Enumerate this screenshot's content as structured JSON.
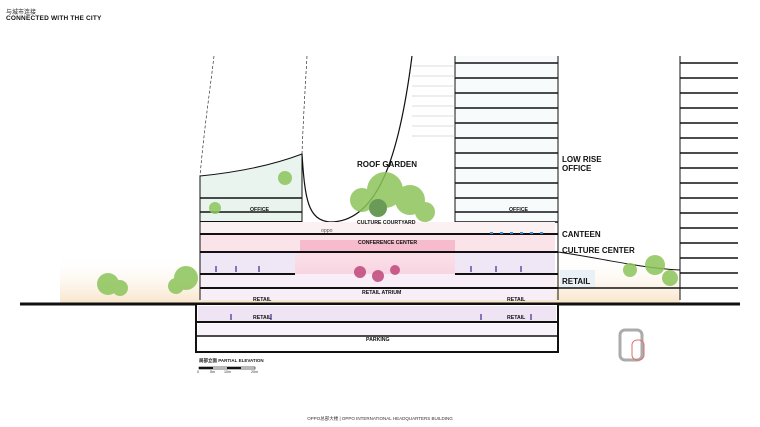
{
  "header": {
    "title_cn": "与城市连接",
    "title_en": "CONNECTED WITH THE CITY"
  },
  "labels": {
    "roof_garden": "ROOF GARDEN",
    "low_rise_office": "LOW RISE",
    "low_rise_office_2": "OFFICE",
    "office_left": "OFFICE",
    "office_right": "OFFICE",
    "culture_courtyard": "CULTURE COURTYARD",
    "conference_center": "CONFERENCE CENTER",
    "canteen": "CANTEEN",
    "culture_center": "CULTURE CENTER",
    "retail_side": "RETAIL",
    "retail_atrium": "RETAIL ATRIUM",
    "retail_left_1": "RETAIL",
    "retail_right_1": "RETAIL",
    "retail_left_2": "RETAIL",
    "retail_right_2": "RETAIL",
    "parking": "PARKING",
    "brand_sign": "oppo"
  },
  "scale": {
    "title": "局部立面 PARTIAL ELEVATION",
    "ticks": [
      "0",
      "5m",
      "10m",
      "20m"
    ]
  },
  "footer": "OPPO总部大楼 | OPPO INTERNATIONAL HEADQUARTERS BUILDING",
  "colors": {
    "structure": "#111111",
    "tree_green": "#8cc45a",
    "sky_blue": "#d8ecf2",
    "conference_pink": "#f2b7c8",
    "retail_purple": "#a07ac0",
    "atrium_glow": "#f6c0d0"
  }
}
